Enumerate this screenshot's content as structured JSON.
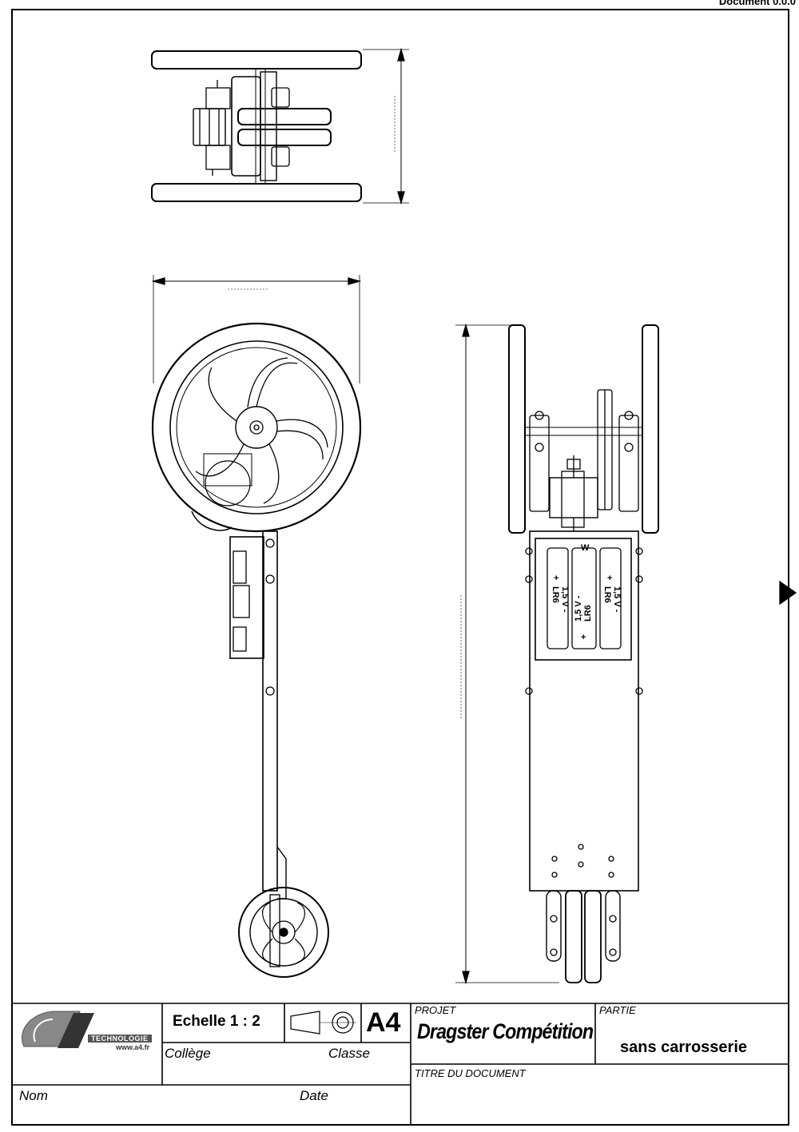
{
  "header": {
    "doc_number": "Document 0.0.0"
  },
  "title_block": {
    "logo": {
      "brand": "A4",
      "sub": "TECHNOLOGIE",
      "url": "www.a4.fr"
    },
    "scale_label": "Echelle 1 : 2",
    "format": "A4",
    "college_label": "Collège",
    "classe_label": "Classe",
    "nom_label": "Nom",
    "date_label": "Date",
    "projet_label": "PROJET",
    "projet_value": "Dragster Compétition",
    "partie_label": "PARTIE",
    "partie_value": "sans carrosserie",
    "titre_label": "TITRE DU DOCUMENT"
  },
  "drawing": {
    "battery_labels": [
      "1,5 V - LR6",
      "1,5 V - LR6",
      "1,5 V - LR6"
    ],
    "plus_sign": "+",
    "spring_sign": "W"
  }
}
